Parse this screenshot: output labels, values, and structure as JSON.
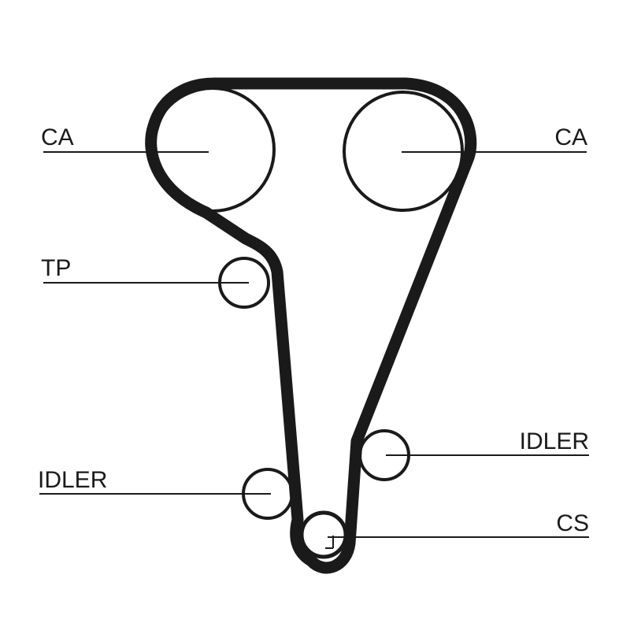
{
  "colors": {
    "background": "#ffffff",
    "ink": "#1a1a1a"
  },
  "labels": {
    "ca_left": "CA",
    "ca_right": "CA",
    "tp": "TP",
    "idler_left": "IDLER",
    "idler_right": "IDLER",
    "cs": "CS"
  }
}
